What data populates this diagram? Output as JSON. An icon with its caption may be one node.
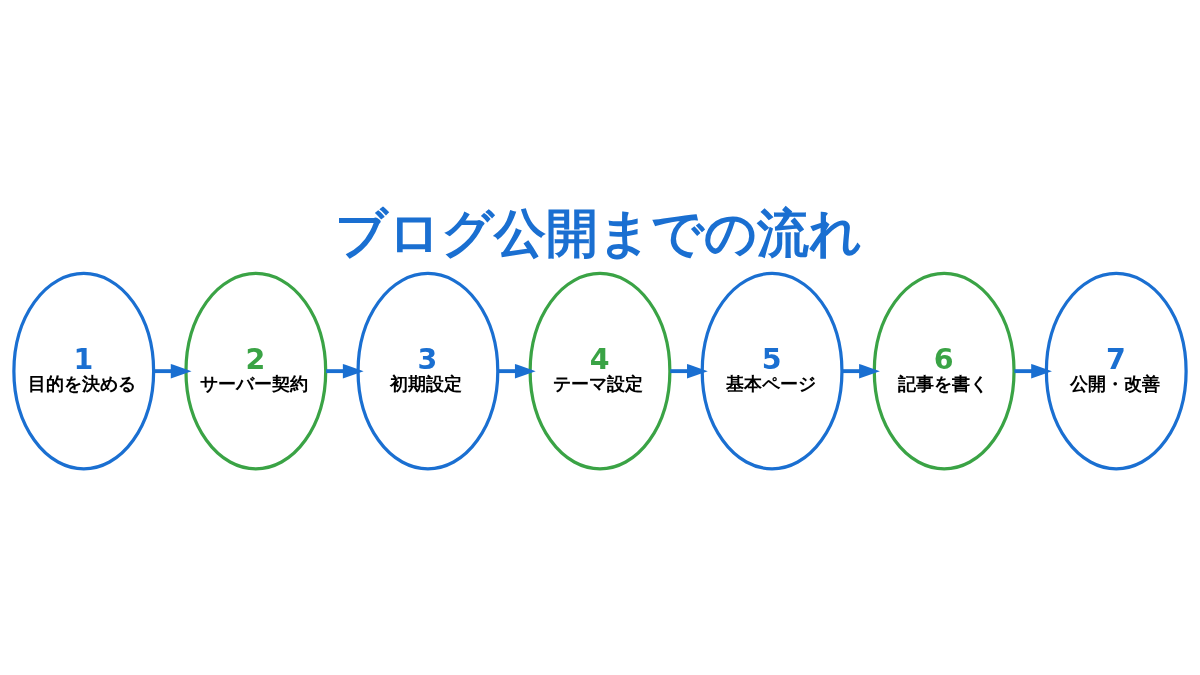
{
  "diagram": {
    "title": "ブログ公開までの流れ",
    "nodes": [
      {
        "text": [
          "1",
          "目的を決める"
        ]
      },
      {
        "text": [
          "2",
          "サーバー契約"
        ]
      },
      {
        "text": [
          "3",
          "初期設定"
        ]
      },
      {
        "text": [
          "4",
          "テーマ設定"
        ]
      },
      {
        "text": [
          "5",
          "基本ページ"
        ]
      },
      {
        "text": [
          "6",
          "記事を書く"
        ]
      },
      {
        "text": [
          "7",
          "公開・改善"
        ]
      }
    ],
    "edges": [
      {
        "from": 0,
        "to": 1,
        "arrow": "to"
      },
      {
        "from": 1,
        "to": 2,
        "arrow": "to"
      },
      {
        "from": 2,
        "to": 3,
        "arrow": "to"
      },
      {
        "from": 3,
        "to": 4,
        "arrow": "to"
      },
      {
        "from": 4,
        "to": 5,
        "arrow": "to"
      },
      {
        "from": 5,
        "to": 6,
        "arrow": "to"
      }
    ]
  }
}
